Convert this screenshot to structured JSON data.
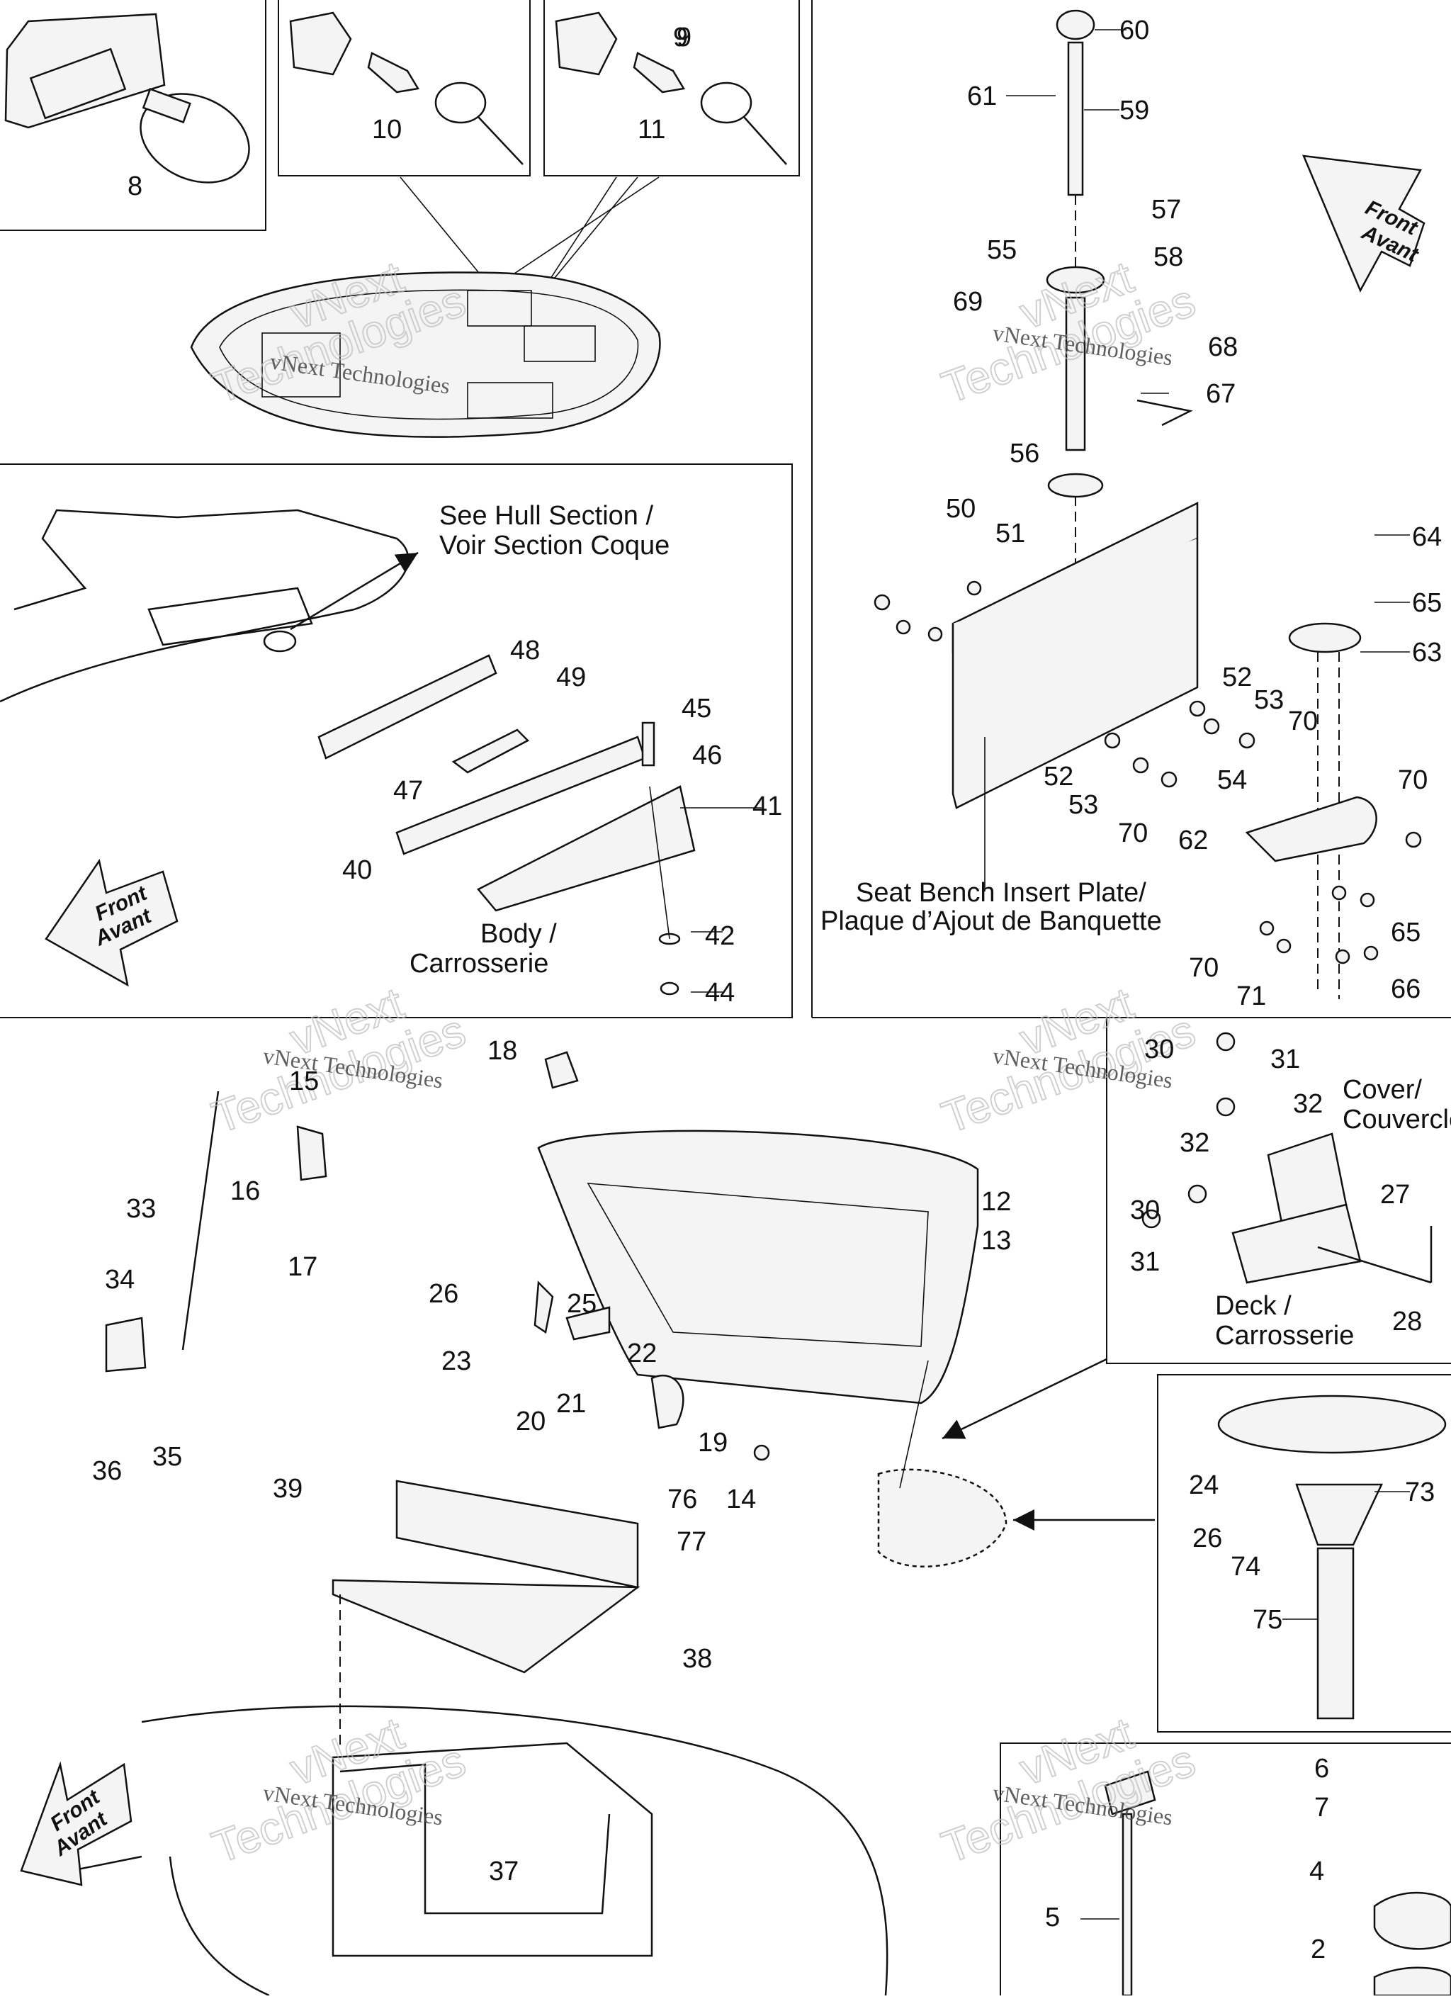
{
  "diagram": {
    "callouts": [
      {
        "n": "8"
      },
      {
        "n": "9"
      },
      {
        "n": "10"
      },
      {
        "n": "9"
      },
      {
        "n": "11"
      },
      {
        "n": "60"
      },
      {
        "n": "61"
      },
      {
        "n": "59"
      },
      {
        "n": "57"
      },
      {
        "n": "55"
      },
      {
        "n": "58"
      },
      {
        "n": "69"
      },
      {
        "n": "68"
      },
      {
        "n": "67"
      },
      {
        "n": "56"
      },
      {
        "n": "50"
      },
      {
        "n": "51"
      },
      {
        "n": "64"
      },
      {
        "n": "65"
      },
      {
        "n": "63"
      },
      {
        "n": "52"
      },
      {
        "n": "53"
      },
      {
        "n": "70"
      },
      {
        "n": "52"
      },
      {
        "n": "53"
      },
      {
        "n": "54"
      },
      {
        "n": "70"
      },
      {
        "n": "70"
      },
      {
        "n": "62"
      },
      {
        "n": "65"
      },
      {
        "n": "70"
      },
      {
        "n": "71"
      },
      {
        "n": "66"
      },
      {
        "n": "48"
      },
      {
        "n": "49"
      },
      {
        "n": "45"
      },
      {
        "n": "46"
      },
      {
        "n": "47"
      },
      {
        "n": "41"
      },
      {
        "n": "40"
      },
      {
        "n": "42"
      },
      {
        "n": "44"
      },
      {
        "n": "18"
      },
      {
        "n": "15"
      },
      {
        "n": "33"
      },
      {
        "n": "16"
      },
      {
        "n": "17"
      },
      {
        "n": "34"
      },
      {
        "n": "36"
      },
      {
        "n": "35"
      },
      {
        "n": "26"
      },
      {
        "n": "25"
      },
      {
        "n": "23"
      },
      {
        "n": "22"
      },
      {
        "n": "21"
      },
      {
        "n": "20"
      },
      {
        "n": "19"
      },
      {
        "n": "14"
      },
      {
        "n": "12"
      },
      {
        "n": "13"
      },
      {
        "n": "39"
      },
      {
        "n": "76"
      },
      {
        "n": "77"
      },
      {
        "n": "38"
      },
      {
        "n": "37"
      },
      {
        "n": "30"
      },
      {
        "n": "31"
      },
      {
        "n": "32"
      },
      {
        "n": "32"
      },
      {
        "n": "30"
      },
      {
        "n": "31"
      },
      {
        "n": "27"
      },
      {
        "n": "28"
      },
      {
        "n": "24"
      },
      {
        "n": "73"
      },
      {
        "n": "26"
      },
      {
        "n": "74"
      },
      {
        "n": "75"
      },
      {
        "n": "5"
      },
      {
        "n": "6"
      },
      {
        "n": "7"
      },
      {
        "n": "4"
      },
      {
        "n": "2"
      }
    ],
    "labels": {
      "hull_section_1": "See Hull Section /",
      "hull_section_2": "Voir Section Coque",
      "body_1": "Body /",
      "body_2": "Carrosserie",
      "seat_plate_1": "Seat Bench Insert Plate/",
      "seat_plate_2": "Plaque d’Ajout de Banquette",
      "cover_1": "Cover/",
      "cover_2": "Couvercle",
      "deck_1": "Deck /",
      "deck_2": "Carrosserie"
    },
    "front_arrow": {
      "line1": "Front",
      "line2": "Avant"
    },
    "watermark": {
      "line1": "vNext",
      "line2": "Technologies",
      "small": "vNext Technologies"
    }
  }
}
